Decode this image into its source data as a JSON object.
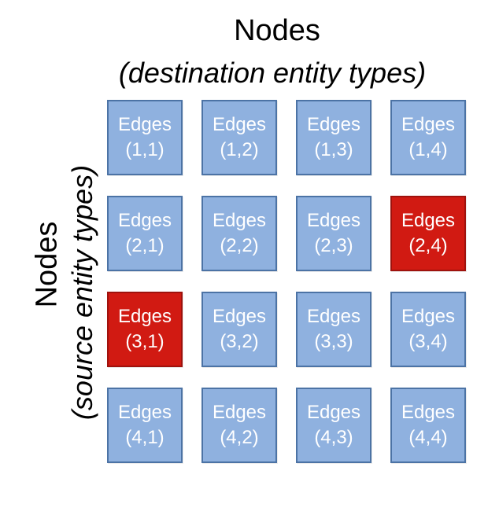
{
  "top_axis": {
    "title": "Nodes",
    "subtitle": "(destination entity types)"
  },
  "side_axis": {
    "title": "Nodes",
    "subtitle": "(source entity types)"
  },
  "matrix": {
    "colors": {
      "normal_fill": "#8fb1df",
      "normal_border": "#4c73a5",
      "highlight_fill": "#d11a12",
      "text": "#ffffff"
    },
    "rows": [
      [
        {
          "label": "Edges",
          "coord": "(1,1)",
          "highlight": false
        },
        {
          "label": "Edges",
          "coord": "(1,2)",
          "highlight": false
        },
        {
          "label": "Edges",
          "coord": "(1,3)",
          "highlight": false
        },
        {
          "label": "Edges",
          "coord": "(1,4)",
          "highlight": false
        }
      ],
      [
        {
          "label": "Edges",
          "coord": "(2,1)",
          "highlight": false
        },
        {
          "label": "Edges",
          "coord": "(2,2)",
          "highlight": false
        },
        {
          "label": "Edges",
          "coord": "(2,3)",
          "highlight": false
        },
        {
          "label": "Edges",
          "coord": "(2,4)",
          "highlight": true
        }
      ],
      [
        {
          "label": "Edges",
          "coord": "(3,1)",
          "highlight": true
        },
        {
          "label": "Edges",
          "coord": "(3,2)",
          "highlight": false
        },
        {
          "label": "Edges",
          "coord": "(3,3)",
          "highlight": false
        },
        {
          "label": "Edges",
          "coord": "(3,4)",
          "highlight": false
        }
      ],
      [
        {
          "label": "Edges",
          "coord": "(4,1)",
          "highlight": false
        },
        {
          "label": "Edges",
          "coord": "(4,2)",
          "highlight": false
        },
        {
          "label": "Edges",
          "coord": "(4,3)",
          "highlight": false
        },
        {
          "label": "Edges",
          "coord": "(4,4)",
          "highlight": false
        }
      ]
    ]
  }
}
